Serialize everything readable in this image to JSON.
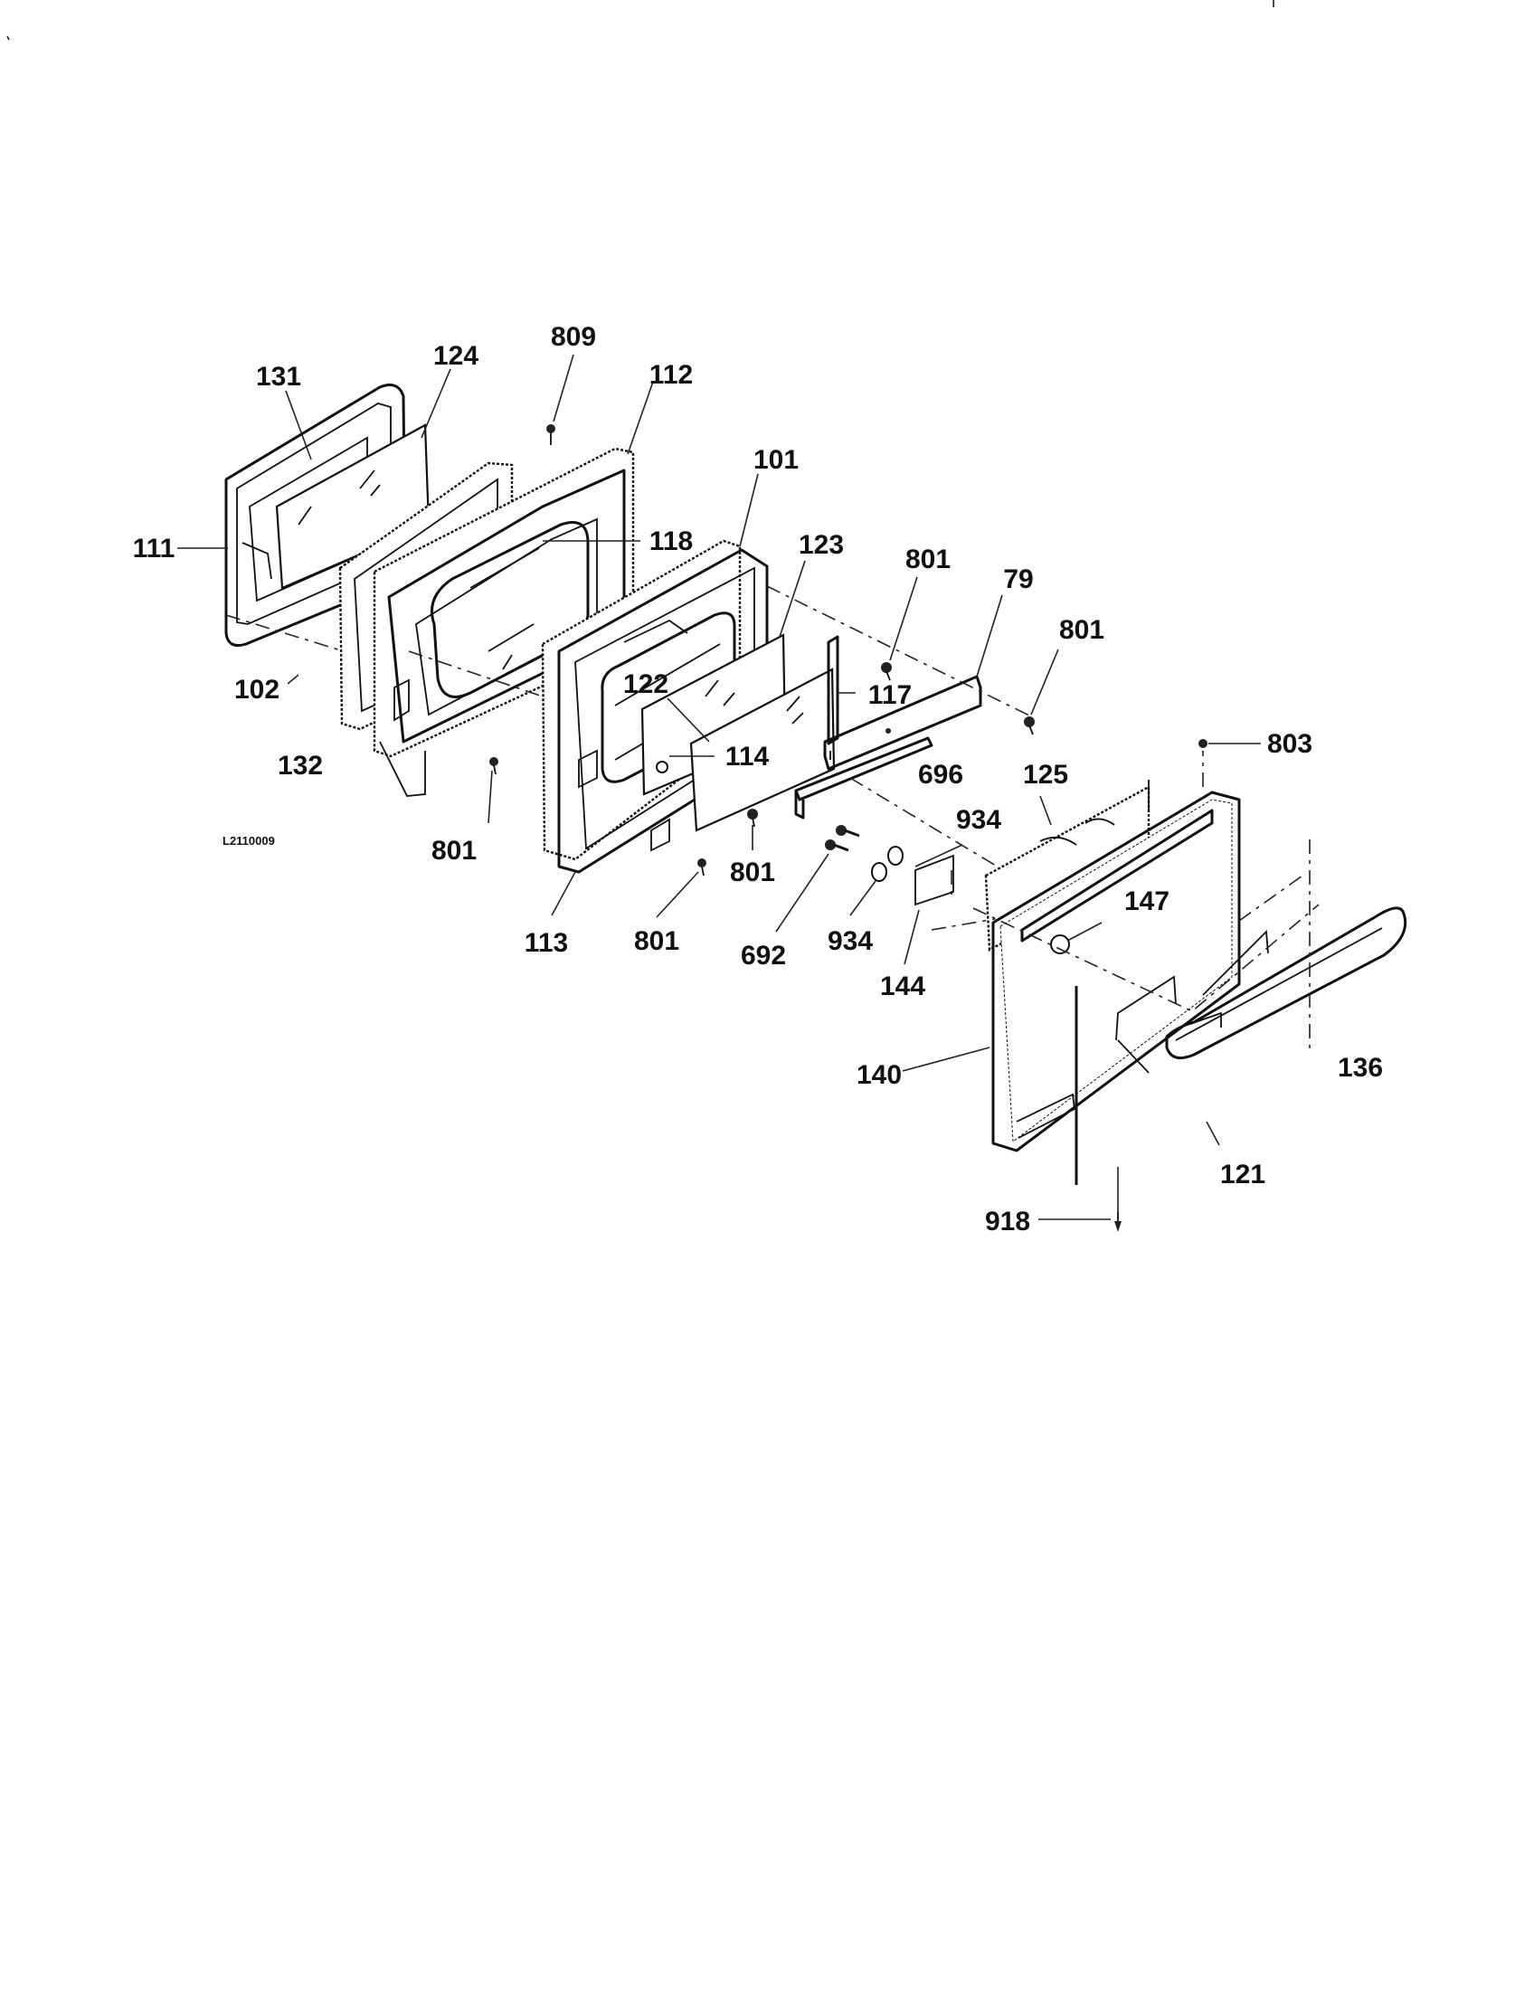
{
  "drawing": {
    "drawing_number": "L2110009",
    "callouts": [
      {
        "id": "c131",
        "text": "131"
      },
      {
        "id": "c124",
        "text": "124"
      },
      {
        "id": "c809",
        "text": "809"
      },
      {
        "id": "c112",
        "text": "112"
      },
      {
        "id": "c101",
        "text": "101"
      },
      {
        "id": "c111",
        "text": "111"
      },
      {
        "id": "c118",
        "text": "118"
      },
      {
        "id": "c123",
        "text": "123"
      },
      {
        "id": "c801a",
        "text": "801"
      },
      {
        "id": "c79",
        "text": "79"
      },
      {
        "id": "c801b",
        "text": "801"
      },
      {
        "id": "c122",
        "text": "122"
      },
      {
        "id": "c117",
        "text": "117"
      },
      {
        "id": "c102",
        "text": "102"
      },
      {
        "id": "c114",
        "text": "114"
      },
      {
        "id": "c132",
        "text": "132"
      },
      {
        "id": "c696",
        "text": "696"
      },
      {
        "id": "c803",
        "text": "803"
      },
      {
        "id": "c125",
        "text": "125"
      },
      {
        "id": "c934a",
        "text": "934"
      },
      {
        "id": "c801c",
        "text": "801"
      },
      {
        "id": "c801d",
        "text": "801"
      },
      {
        "id": "c147",
        "text": "147"
      },
      {
        "id": "c113",
        "text": "113"
      },
      {
        "id": "c801e",
        "text": "801"
      },
      {
        "id": "c692",
        "text": "692"
      },
      {
        "id": "c934b",
        "text": "934"
      },
      {
        "id": "c144",
        "text": "144"
      },
      {
        "id": "c136",
        "text": "136"
      },
      {
        "id": "c140",
        "text": "140"
      },
      {
        "id": "c121",
        "text": "121"
      },
      {
        "id": "c918",
        "text": "918"
      }
    ]
  }
}
